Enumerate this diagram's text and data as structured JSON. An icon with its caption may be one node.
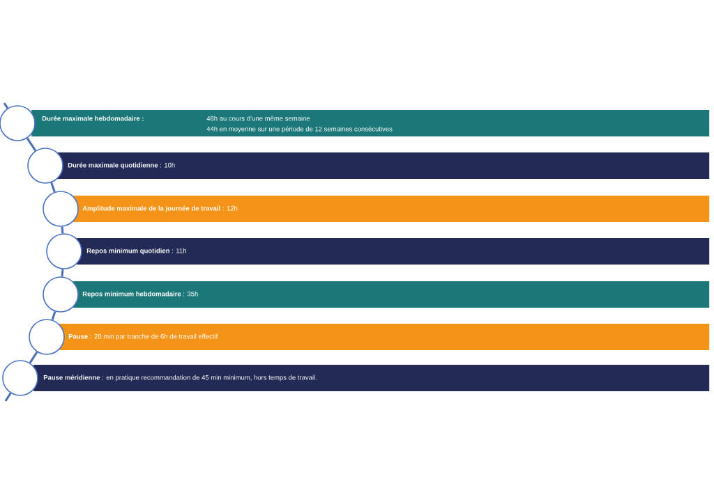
{
  "diagram": {
    "nodes": [
      {
        "text": [
          "**Durée maximale hebdomadaire :**",
          "48h au cours d’une même semaine",
          "44h en moyenne sur une période de 12 semaines consécutives"
        ]
      },
      {
        "text": [
          "**Durée maximale quotidienne** : 10h"
        ]
      },
      {
        "text": [
          "**Amplitude maximale de la journée de travail** : 12h"
        ]
      },
      {
        "text": [
          "**Repos minimum quotidien** : 11h"
        ]
      },
      {
        "text": [
          "**Repos minimum hebdomadaire** : 35h"
        ]
      },
      {
        "text": [
          "**Pause** : 20 min par tranche de 6h de travail effectif"
        ]
      },
      {
        "text": [
          "**Pause méridienne** : en pratique recommandation de 45 min minimum, hors temps de travail."
        ]
      },
      {
        "text": [],
        "shape": "circle"
      },
      {
        "text": [],
        "shape": "circle"
      },
      {
        "text": [],
        "shape": "circle"
      },
      {
        "text": [],
        "shape": "circle"
      },
      {
        "text": [],
        "shape": "circle"
      },
      {
        "text": [],
        "shape": "circle"
      },
      {
        "text": [],
        "shape": "circle"
      }
    ],
    "edges": [
      {
        "from": 7,
        "to": 8,
        "arrow": "none"
      },
      {
        "from": 8,
        "to": 9,
        "arrow": "none"
      },
      {
        "from": 9,
        "to": 10,
        "arrow": "none"
      },
      {
        "from": 10,
        "to": 11,
        "arrow": "none"
      },
      {
        "from": 11,
        "to": 12,
        "arrow": "none"
      },
      {
        "from": 12,
        "to": 13,
        "arrow": "none"
      }
    ]
  }
}
